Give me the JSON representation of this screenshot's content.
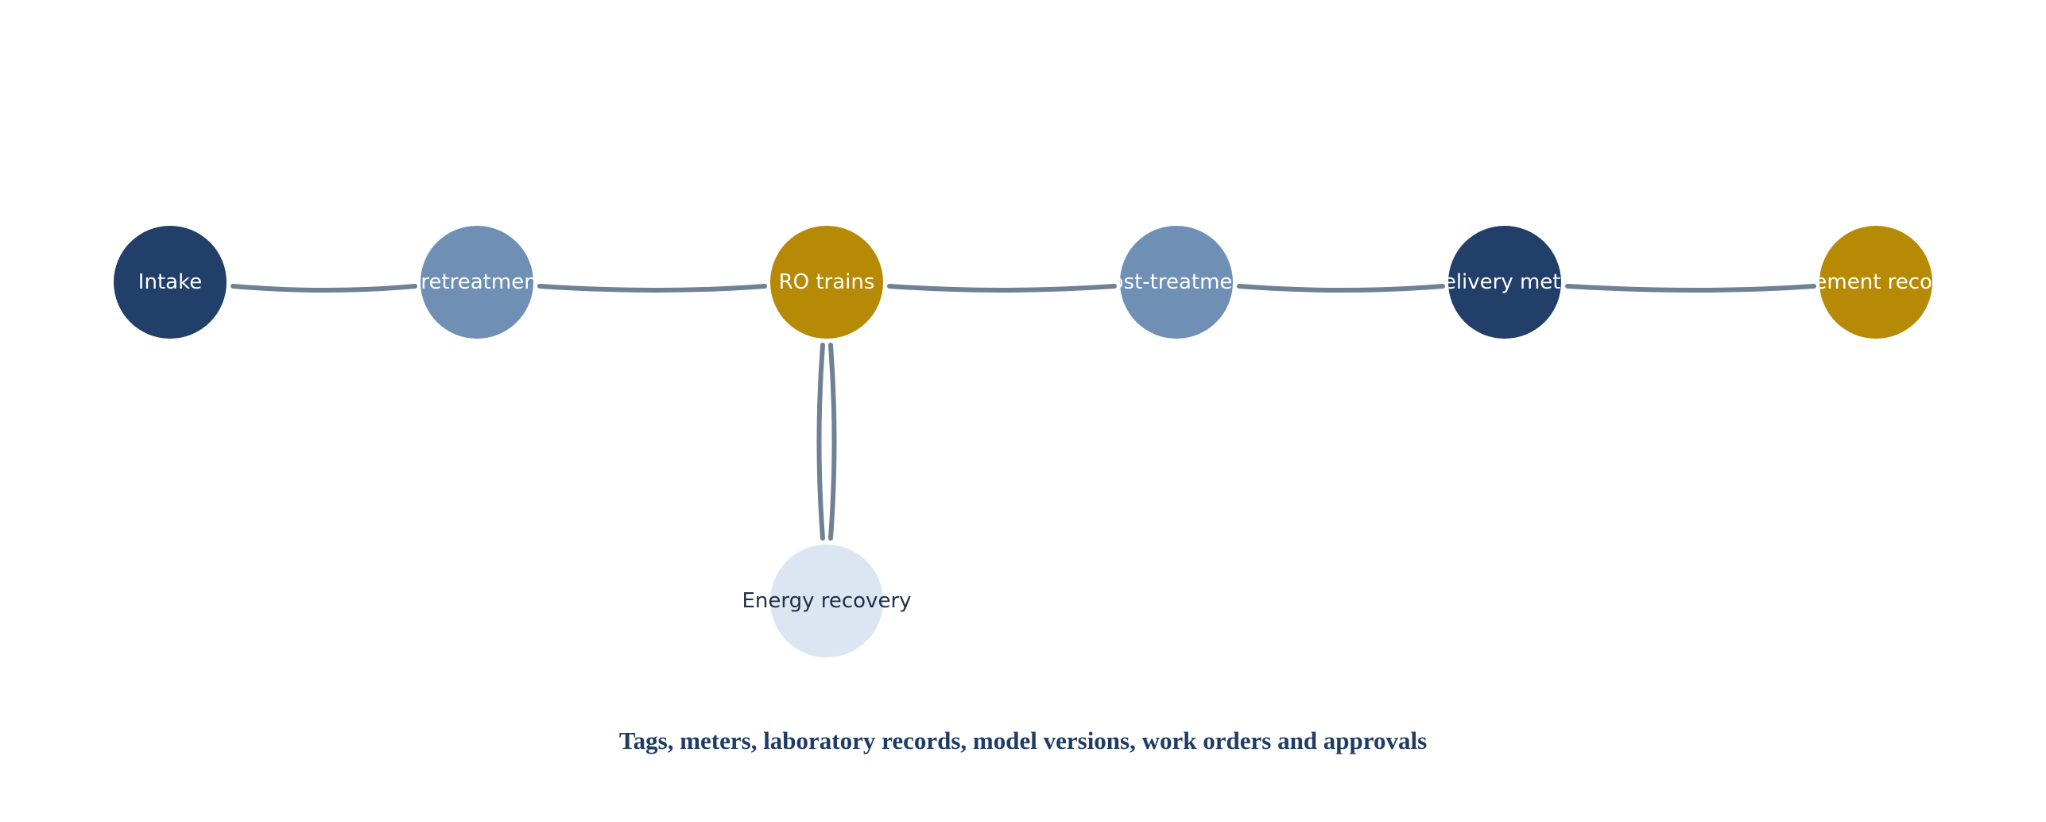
{
  "nodes": {
    "intake": {
      "label": "Intake",
      "color": "#213f68",
      "text_color": "#ffffff"
    },
    "pretreatment": {
      "label": "Pretreatment",
      "color": "#6f8fb5",
      "text_color": "#ffffff"
    },
    "ro_trains": {
      "label": "RO trains",
      "color": "#b68a04",
      "text_color": "#ffffff"
    },
    "post_treatment": {
      "label": "Post-treatment",
      "color": "#6f8fb5",
      "text_color": "#ffffff"
    },
    "delivery_meter": {
      "label": "Delivery meter",
      "color": "#213f68",
      "text_color": "#ffffff"
    },
    "settlement_record": {
      "label": "Settlement record",
      "color": "#b68a04",
      "text_color": "#ffffff"
    },
    "energy_recovery": {
      "label": "Energy recovery",
      "color": "#dce6f2",
      "text_color": "#1f2f45"
    }
  },
  "footer": {
    "text": "Tags, meters, laboratory records, model versions, work orders and approvals"
  },
  "colors": {
    "edge": "#6f8193",
    "footer": "#1f3c64"
  }
}
